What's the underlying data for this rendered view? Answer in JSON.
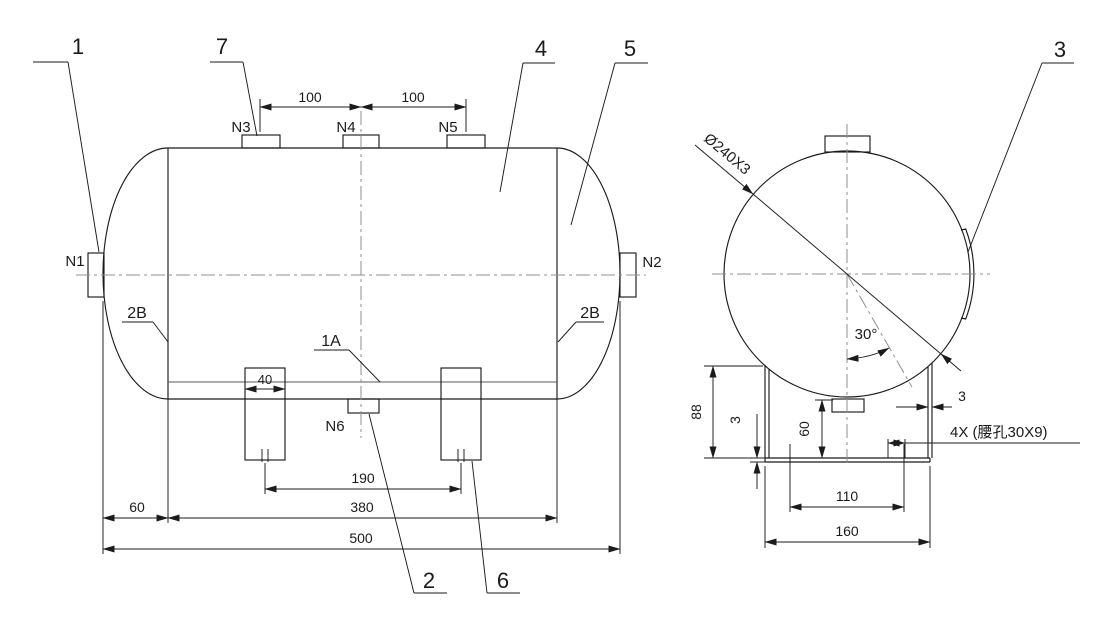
{
  "labels": {
    "balloon_1": "1",
    "balloon_2": "2",
    "balloon_3": "3",
    "balloon_4": "4",
    "balloon_5": "5",
    "balloon_6": "6",
    "balloon_7": "7",
    "weld_1a": "1A",
    "weld_2b_left": "2B",
    "weld_2b_right": "2B",
    "nozzle_n1": "N1",
    "nozzle_n2": "N2",
    "nozzle_n3": "N3",
    "nozzle_n4": "N4",
    "nozzle_n5": "N5",
    "nozzle_n6": "N6"
  },
  "side_dims": {
    "n3_to_n4": "100",
    "n4_to_n5": "100",
    "saddle_width": "40",
    "saddle_pitch": "190",
    "head_depth": "60",
    "tangent_length": "380",
    "overall_length": "500"
  },
  "end_dims": {
    "shell_size": "Ø240X3",
    "angle": "30°",
    "saddle_height": "88",
    "base_plate_thickness": "3",
    "nozzle_clearance": "60",
    "web_thickness": "3",
    "slot_note": "4X (腰孔30X9)",
    "bolt_hole_pitch": "110",
    "base_width": "160"
  },
  "colors": {
    "line": "#1b1b1b",
    "centerline": "#8f8f8f",
    "background": "#ffffff"
  }
}
